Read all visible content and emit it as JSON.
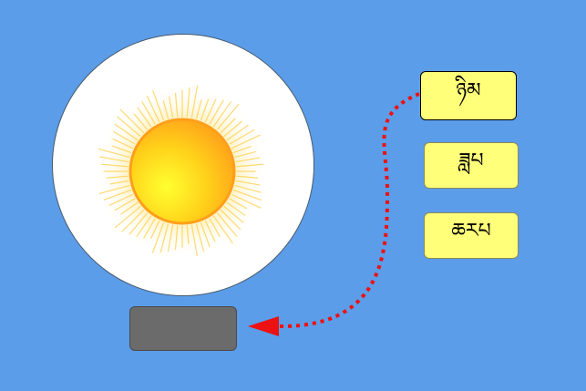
{
  "colors": {
    "background": "#5b9de9",
    "card_fill": "#ffff7a",
    "drop_target_fill": "#6b6b6b",
    "arrow": "#ee1111"
  },
  "picture": {
    "icon": "sun-icon"
  },
  "words": [
    {
      "label": "ཉིམ",
      "selected": true
    },
    {
      "label": "ཟླཔ",
      "selected": false
    },
    {
      "label": "ཆརཔ",
      "selected": false
    }
  ],
  "drag_arrow": {
    "style": "dotted",
    "from": "word-card-0",
    "to": "drop-target"
  }
}
